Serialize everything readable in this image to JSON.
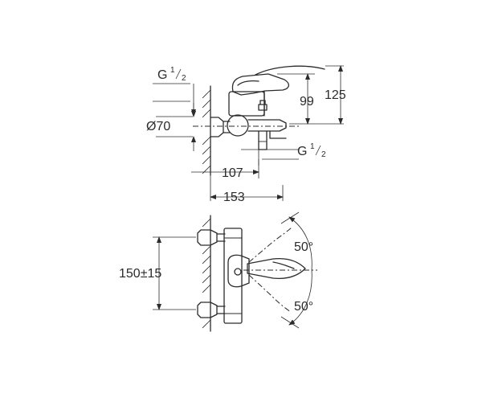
{
  "top_view": {
    "thread_top": {
      "main": "G",
      "num": "1",
      "den": "2"
    },
    "diameter": "Ø70",
    "thread_bottom": {
      "main": "G",
      "num": "1",
      "den": "2"
    },
    "dim_99": "99",
    "dim_125": "125",
    "dim_107": "107",
    "dim_153": "153"
  },
  "bottom_view": {
    "dim_150": "150±15",
    "angle_top": "50°",
    "angle_bottom": "50°"
  }
}
